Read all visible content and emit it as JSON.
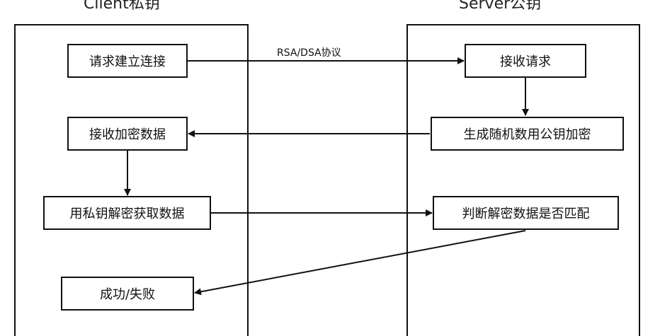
{
  "lanes": {
    "client_title": "Client私钥",
    "server_title": "Server公钥"
  },
  "steps": {
    "c1": "请求建立连接",
    "s1": "接收请求",
    "s2": "生成随机数用公钥加密",
    "c2": "接收加密数据",
    "c3": "用私钥解密获取数据",
    "s3": "判断解密数据是否匹配",
    "c4": "成功/失败"
  },
  "edge_labels": {
    "protocol": "RSA/DSA协议"
  },
  "colors": {
    "line": "#111111",
    "background": "#ffffff"
  }
}
